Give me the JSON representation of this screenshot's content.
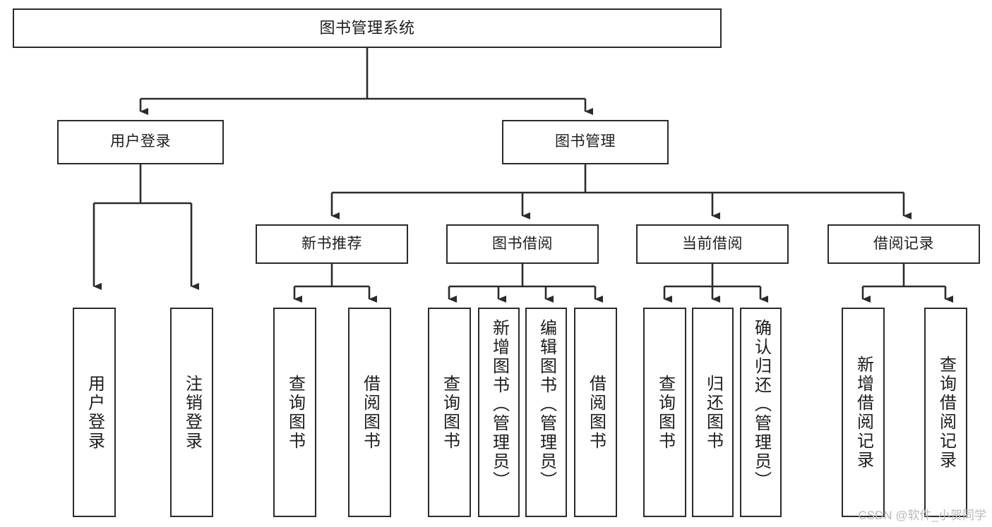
{
  "diagram": {
    "title": "图书管理系统",
    "type": "tree-hierarchy",
    "watermark": "CSDN @软件_小贺同学",
    "colors": {
      "background": "#ffffff",
      "box_border": "#2b2b2b",
      "box_fill": "#ffffff",
      "connector": "#2b2b2b",
      "text": "#1d1d1d",
      "watermark": "#b9b9b9"
    },
    "root": {
      "id": "root",
      "label": "图书管理系统"
    },
    "level2": [
      {
        "id": "user-login",
        "label": "用户登录"
      },
      {
        "id": "book-manage",
        "label": "图书管理"
      }
    ],
    "level3": [
      {
        "id": "new-book-recommend",
        "label": "新书推荐"
      },
      {
        "id": "book-borrow",
        "label": "图书借阅"
      },
      {
        "id": "current-borrow",
        "label": "当前借阅"
      },
      {
        "id": "borrow-record",
        "label": "借阅记录"
      }
    ],
    "leaves": {
      "user-login": [
        {
          "id": "leaf-user-login",
          "label": "用户登录"
        },
        {
          "id": "leaf-logout-login",
          "label": "注销登录"
        }
      ],
      "new-book-recommend": [
        {
          "id": "leaf-query-book-1",
          "label": "查询图书"
        },
        {
          "id": "leaf-borrow-book-1",
          "label": "借阅图书"
        }
      ],
      "book-borrow": [
        {
          "id": "leaf-query-book-2",
          "label": "查询图书"
        },
        {
          "id": "leaf-add-book",
          "label": "新增图书（管理员）"
        },
        {
          "id": "leaf-edit-book",
          "label": "编辑图书（管理员）"
        },
        {
          "id": "leaf-borrow-book-2",
          "label": "借阅图书"
        }
      ],
      "current-borrow": [
        {
          "id": "leaf-query-book-3",
          "label": "查询图书"
        },
        {
          "id": "leaf-return-book",
          "label": "归还图书"
        },
        {
          "id": "leaf-confirm-return",
          "label": "确认归还（管理员）"
        }
      ],
      "borrow-record": [
        {
          "id": "leaf-add-record",
          "label": "新增借阅记录"
        },
        {
          "id": "leaf-query-record",
          "label": "查询借阅记录"
        }
      ]
    }
  }
}
